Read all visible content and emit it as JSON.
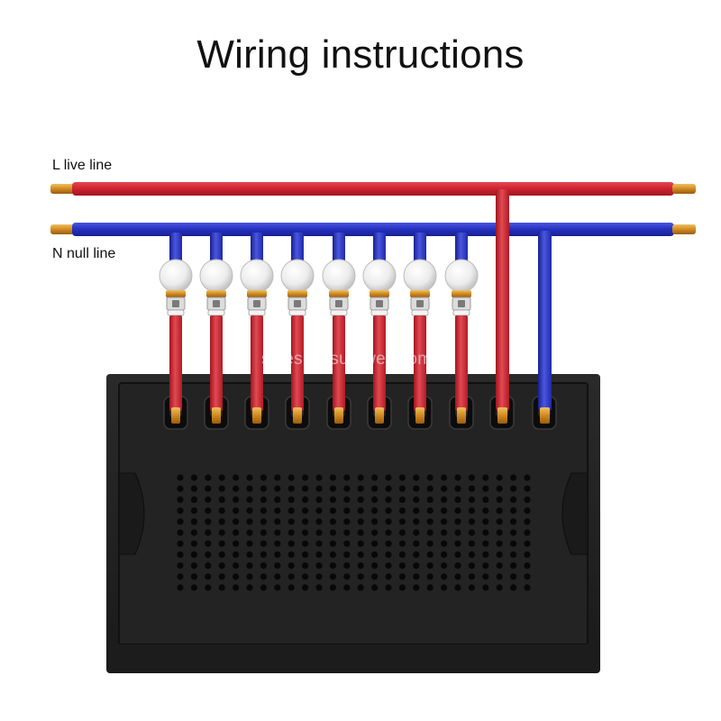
{
  "title": "Wiring instructions",
  "labels": {
    "live": "L live line",
    "null": "N null line"
  },
  "watermark": "sales@bsumwell.com",
  "colors": {
    "live_wire": "#d42a35",
    "null_wire": "#2b36c8",
    "copper_tip": "#d99a2a",
    "panel": "#1f1f1f",
    "bulb": "#f1f1f1"
  },
  "lamp_count": 8
}
